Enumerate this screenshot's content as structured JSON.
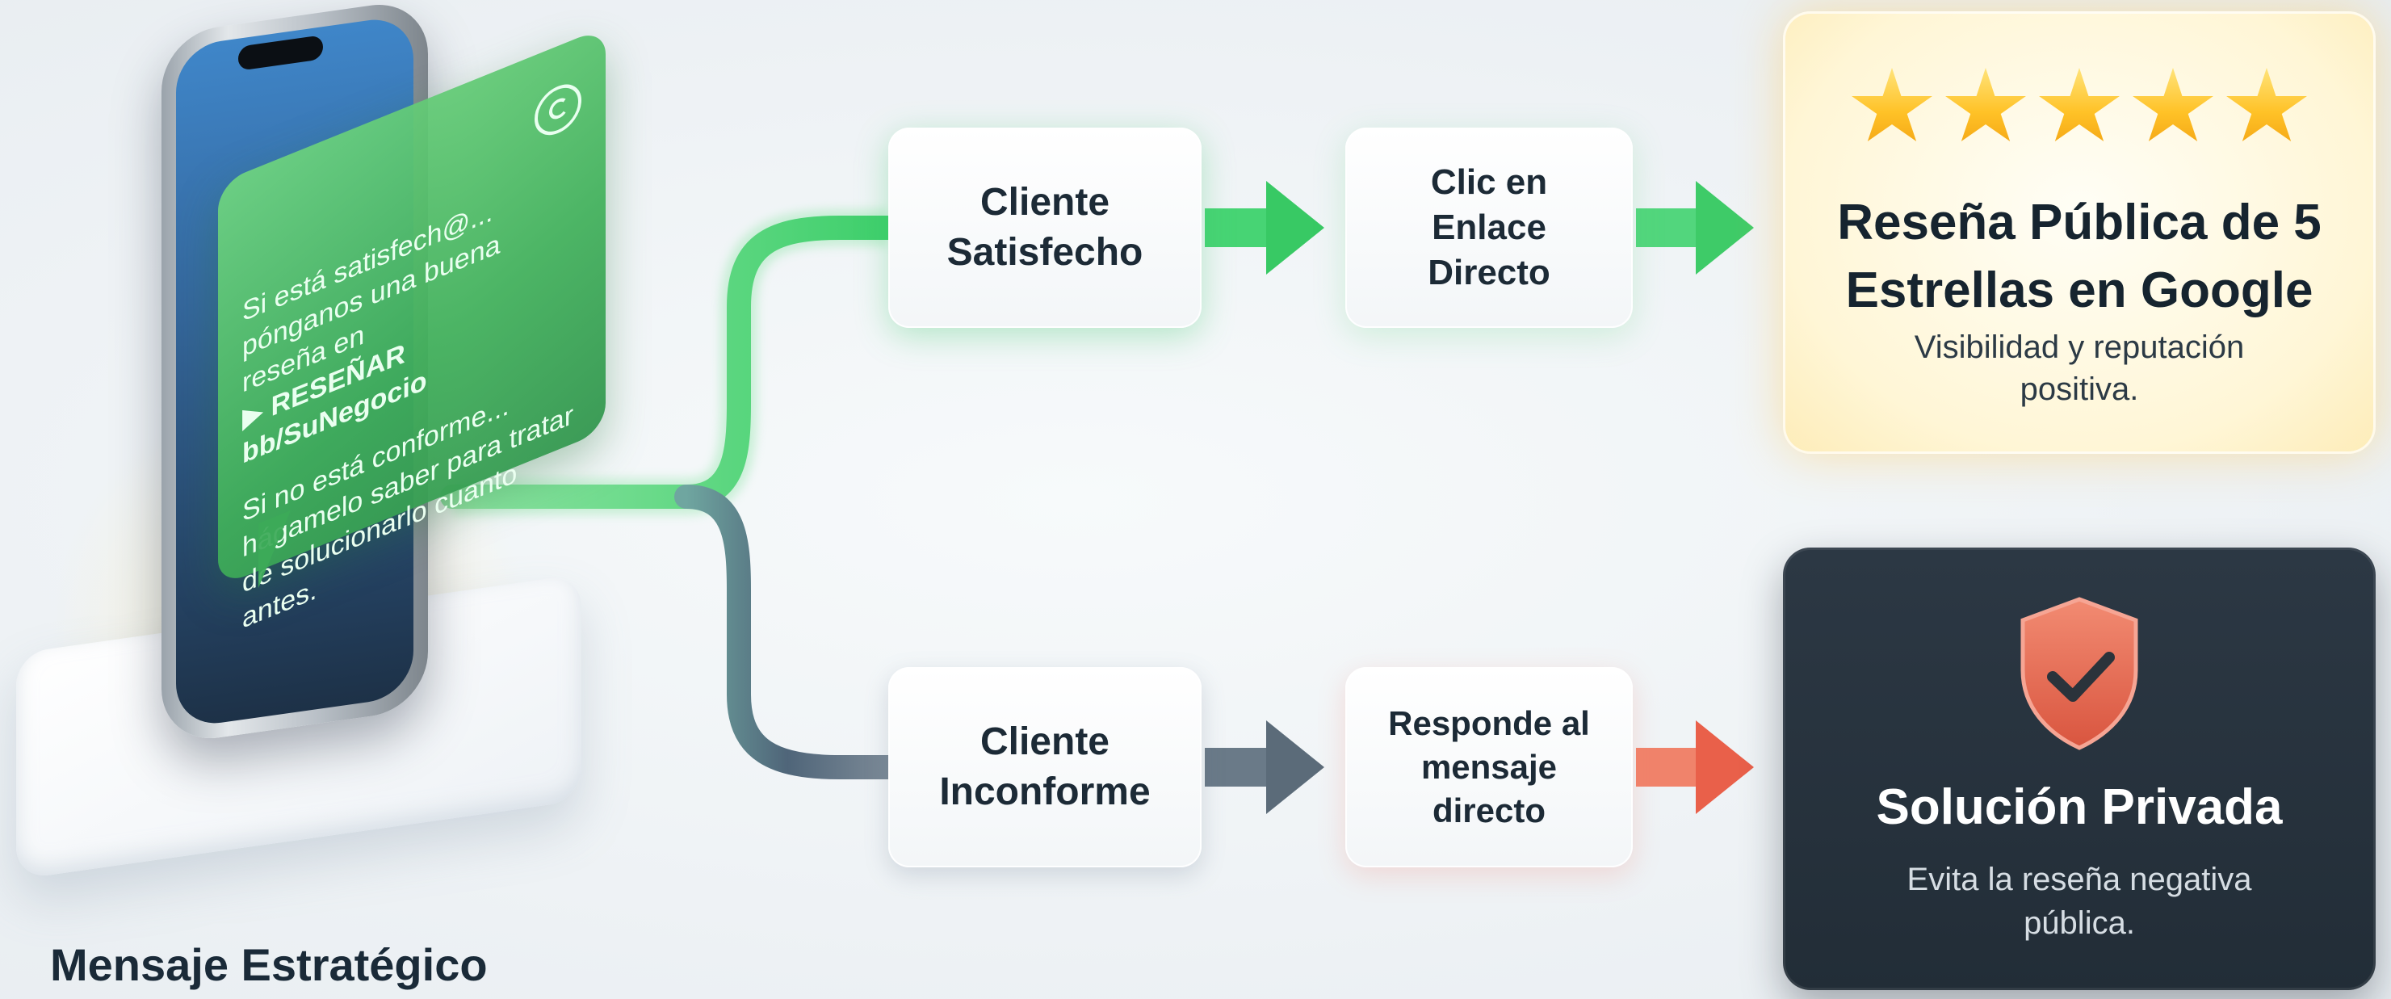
{
  "phone_message": {
    "lines_satisfied": [
      "Si está satisfech@...",
      "pónganos una buena reseña en",
      "▶ RESEÑAR",
      "bb/SuNegocio"
    ],
    "lines_unsatisfied": [
      "Si no está conforme...",
      "hágamelo saber para tratar",
      "de solucionarlo cuanto antes."
    ],
    "icon": "whatsapp-icon"
  },
  "left_title": "Mensaje Estratégico",
  "top_branch": {
    "step1": [
      "Cliente",
      "Satisfecho"
    ],
    "step2": [
      "Clic en",
      "Enlace",
      "Directo"
    ],
    "result_title": [
      "Reseña Pública de 5",
      "Estrellas en Google"
    ],
    "result_subtitle": [
      "Visibilidad y reputación",
      "positiva."
    ],
    "rating": 5
  },
  "bottom_branch": {
    "step1": [
      "Cliente",
      "Inconforme"
    ],
    "step2": [
      "Responde al",
      "mensaje",
      "directo"
    ],
    "result_title": "Solución Privada",
    "result_subtitle": [
      "Evita la reseña negativa",
      "pública."
    ],
    "icon": "shield-check-icon"
  },
  "colors": {
    "green": "#3ecf6b",
    "dark_path": "#516576",
    "red_arrow": "#ef6a52",
    "gold_panel": "#fff4d0",
    "dark_panel": "#26313c"
  }
}
